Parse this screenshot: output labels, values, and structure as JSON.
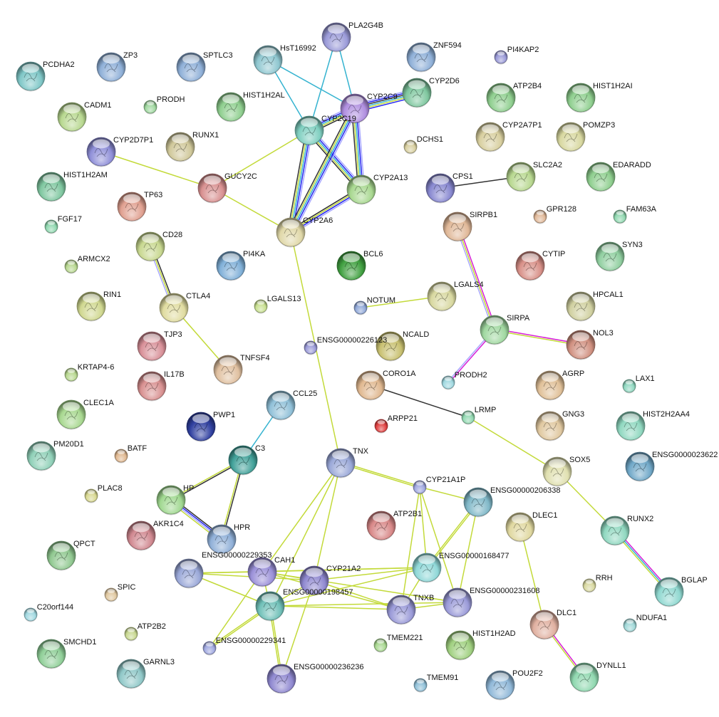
{
  "title": "Protein interaction network",
  "evidence_colors": {
    "database": "#35b3d0",
    "textmining": "#c3da3a",
    "coexpression": "#333333",
    "homology": "#a9a9ff",
    "cooccurrence": "#2424f0",
    "experiments": "#d61fd6"
  },
  "nodes": [
    {
      "label": "PCDHA2",
      "color": "#7fc7c7"
    },
    {
      "label": "ZP3",
      "color": "#8fb0d8"
    },
    {
      "label": "SPTLC3",
      "color": "#8fb0d8"
    },
    {
      "label": "HsT16992",
      "color": "#8fc7d0"
    },
    {
      "label": "PLA2G4B",
      "color": "#9a9ad8"
    },
    {
      "label": "ZNF594",
      "color": "#8fb0d8"
    },
    {
      "label": "PI4KAP2",
      "color": "#9a9ad8"
    },
    {
      "label": "CYP2D6",
      "color": "#7fc79f"
    },
    {
      "label": "CYP2C9",
      "color": "#b08fe0"
    },
    {
      "label": "ATP2B4",
      "color": "#8fcf8f"
    },
    {
      "label": "HIST1H2AI",
      "color": "#8fcf8f"
    },
    {
      "label": "HIST1H2AL",
      "color": "#8fcf8f"
    },
    {
      "label": "PRODH",
      "color": "#9fd89f"
    },
    {
      "label": "CADM1",
      "color": "#b8d890"
    },
    {
      "label": "CYP2C19",
      "color": "#7fcfc0"
    },
    {
      "label": "DCHS1",
      "color": "#d8cf9f"
    },
    {
      "label": "CYP2A7P1",
      "color": "#d8cf9f"
    },
    {
      "label": "POMZP3",
      "color": "#d8d8a0"
    },
    {
      "label": "RUNX1",
      "color": "#d0c89a"
    },
    {
      "label": "CYP2D7P1",
      "color": "#8f8fd8"
    },
    {
      "label": "CYP2A13",
      "color": "#a8d890"
    },
    {
      "label": "CPS1",
      "color": "#8888d0"
    },
    {
      "label": "SLC2A2",
      "color": "#b8d890"
    },
    {
      "label": "EDARADD",
      "color": "#8fcf8f"
    },
    {
      "label": "GUCY2C",
      "color": "#d89090"
    },
    {
      "label": "HIST1H2AM",
      "color": "#7fc7a0"
    },
    {
      "label": "TP63",
      "color": "#e0a090"
    },
    {
      "label": "CYP2A6",
      "color": "#e0d8a8"
    },
    {
      "label": "SIRPB1",
      "color": "#e0b898"
    },
    {
      "label": "GPR128",
      "color": "#e0b898"
    },
    {
      "label": "FAM63A",
      "color": "#90d8b0"
    },
    {
      "label": "FGF17",
      "color": "#90d8b0"
    },
    {
      "label": "CD28",
      "color": "#c8d890"
    },
    {
      "label": "PI4KA",
      "color": "#80b0d8"
    },
    {
      "label": "BCL6",
      "color": "#40a040"
    },
    {
      "label": "CYTIP",
      "color": "#d89088"
    },
    {
      "label": "SYN3",
      "color": "#90cfa0"
    },
    {
      "label": "ARMCX2",
      "color": "#b8d890"
    },
    {
      "label": "RIN1",
      "color": "#d0d890"
    },
    {
      "label": "CTLA4",
      "color": "#e0dca0"
    },
    {
      "label": "LGALS13",
      "color": "#c8e090"
    },
    {
      "label": "NOTUM",
      "color": "#90a8d8"
    },
    {
      "label": "LGALS4",
      "color": "#d8d8a0"
    },
    {
      "label": "HPCAL1",
      "color": "#d0d0a0"
    },
    {
      "label": "SIRPA",
      "color": "#a0d8a0"
    },
    {
      "label": "NOL3",
      "color": "#d09080"
    },
    {
      "label": "TJP3",
      "color": "#d89098"
    },
    {
      "label": "ENSG00000226123",
      "color": "#9a9ad8"
    },
    {
      "label": "NCALD",
      "color": "#c8c070"
    },
    {
      "label": "TNFSF4",
      "color": "#e0c0a0"
    },
    {
      "label": "KRTAP4-6",
      "color": "#b8d890"
    },
    {
      "label": "IL17B",
      "color": "#d89090"
    },
    {
      "label": "CORO1A",
      "color": "#e0b890"
    },
    {
      "label": "AGRP",
      "color": "#e0c098"
    },
    {
      "label": "PRODH2",
      "color": "#a0d8e0"
    },
    {
      "label": "LAX1",
      "color": "#90d8c0"
    },
    {
      "label": "CCL25",
      "color": "#90c0d8"
    },
    {
      "label": "CLEC1A",
      "color": "#a8d890"
    },
    {
      "label": "PWP1",
      "color": "#3040a0"
    },
    {
      "label": "ARPP21",
      "color": "#e04040"
    },
    {
      "label": "LRMP",
      "color": "#90d8b0"
    },
    {
      "label": "GNG3",
      "color": "#e0c8a0"
    },
    {
      "label": "HIST2H2AA4",
      "color": "#90d8c0"
    },
    {
      "label": "PM20D1",
      "color": "#90d0b8"
    },
    {
      "label": "C3",
      "color": "#40a098"
    },
    {
      "label": "BATF",
      "color": "#e0b890"
    },
    {
      "label": "TNX",
      "color": "#9aa8d8"
    },
    {
      "label": "ENSG0000023622",
      "color": "#70a8c8"
    },
    {
      "label": "SOX5",
      "color": "#e0e0b0"
    },
    {
      "label": "PLAC8",
      "color": "#d8d890"
    },
    {
      "label": "HP",
      "color": "#a0d890"
    },
    {
      "label": "CYP21A1P",
      "color": "#a0a8e0"
    },
    {
      "label": "ENSG00000206338",
      "color": "#80b8c8"
    },
    {
      "label": "ATP2B1",
      "color": "#d88888"
    },
    {
      "label": "AKR1C4",
      "color": "#d08890"
    },
    {
      "label": "HPR",
      "color": "#90b0d8"
    },
    {
      "label": "DLEC1",
      "color": "#e0d8a0"
    },
    {
      "label": "RUNX2",
      "color": "#90d8c0"
    },
    {
      "label": "QPCT",
      "color": "#90c890"
    },
    {
      "label": "ENSG00000229353",
      "color": "#9aa8d8"
    },
    {
      "label": "CAH1",
      "color": "#9a90d8"
    },
    {
      "label": "CYP21A2",
      "color": "#8f88d0"
    },
    {
      "label": "ENSG00000168477",
      "color": "#90d8d8"
    },
    {
      "label": "RRH",
      "color": "#d8d8a0"
    },
    {
      "label": "BGLAP",
      "color": "#90d8d0"
    },
    {
      "label": "SPIC",
      "color": "#e0c8a0"
    },
    {
      "label": "ENSG00000231608",
      "color": "#9a9ad8"
    },
    {
      "label": "TNXB",
      "color": "#9a9ad8"
    },
    {
      "label": "ENSG00000198457",
      "color": "#70c0b8"
    },
    {
      "label": "C20orf144",
      "color": "#a0d8e0"
    },
    {
      "label": "DLC1",
      "color": "#e0b0a0"
    },
    {
      "label": "NDUFA1",
      "color": "#a0d8d8"
    },
    {
      "label": "ATP2B2",
      "color": "#c8d890"
    },
    {
      "label": "SMCHD1",
      "color": "#90cf98"
    },
    {
      "label": "ENSG00000229341",
      "color": "#a0a8e0"
    },
    {
      "label": "TMEM221",
      "color": "#a8d890"
    },
    {
      "label": "HIST1H2AD",
      "color": "#a0d080"
    },
    {
      "label": "GARNL3",
      "color": "#90c8c8"
    },
    {
      "label": "ENSG00000236236",
      "color": "#8f88d0"
    },
    {
      "label": "TMEM91",
      "color": "#90c0d8"
    },
    {
      "label": "POU2F2",
      "color": "#90b8d8"
    },
    {
      "label": "DYNLL1",
      "color": "#90d8b0"
    }
  ],
  "edges": [
    {
      "a": "HsT16992",
      "b": "CYP2C9",
      "ev": [
        "database"
      ]
    },
    {
      "a": "HsT16992",
      "b": "CYP2C19",
      "ev": [
        "database"
      ]
    },
    {
      "a": "PLA2G4B",
      "b": "CYP2C19",
      "ev": [
        "database"
      ]
    },
    {
      "a": "PLA2G4B",
      "b": "CYP2C9",
      "ev": [
        "database"
      ]
    },
    {
      "a": "CYP2C9",
      "b": "CYP2D6",
      "ev": [
        "homology",
        "cooccurrence",
        "coexpression",
        "database",
        "textmining",
        "cooccurrence"
      ]
    },
    {
      "a": "CYP2C19",
      "b": "CYP2C9",
      "ev": [
        "homology",
        "cooccurrence",
        "database",
        "textmining",
        "coexpression"
      ]
    },
    {
      "a": "CYP2C19",
      "b": "CYP2A13",
      "ev": [
        "homology",
        "cooccurrence",
        "database",
        "textmining",
        "coexpression"
      ]
    },
    {
      "a": "CYP2C19",
      "b": "CYP2A6",
      "ev": [
        "homology",
        "cooccurrence",
        "database",
        "textmining",
        "coexpression"
      ]
    },
    {
      "a": "CYP2C9",
      "b": "CYP2A13",
      "ev": [
        "homology",
        "cooccurrence",
        "database",
        "textmining",
        "coexpression"
      ]
    },
    {
      "a": "CYP2C9",
      "b": "CYP2A6",
      "ev": [
        "homology",
        "cooccurrence",
        "database",
        "textmining",
        "coexpression"
      ]
    },
    {
      "a": "CYP2A13",
      "b": "CYP2A6",
      "ev": [
        "homology",
        "cooccurrence",
        "textmining",
        "coexpression"
      ]
    },
    {
      "a": "CYP2C19",
      "b": "GUCY2C",
      "ev": [
        "textmining"
      ]
    },
    {
      "a": "CYP2D7P1",
      "b": "GUCY2C",
      "ev": [
        "textmining"
      ]
    },
    {
      "a": "GUCY2C",
      "b": "CYP2A6",
      "ev": [
        "textmining"
      ]
    },
    {
      "a": "CYP2A6",
      "b": "TNX",
      "ev": [
        "textmining"
      ]
    },
    {
      "a": "CPS1",
      "b": "SLC2A2",
      "ev": [
        "coexpression"
      ]
    },
    {
      "a": "SIRPB1",
      "b": "SIRPA",
      "ev": [
        "experiments",
        "textmining",
        "homology"
      ]
    },
    {
      "a": "SIRPA",
      "b": "NOL3",
      "ev": [
        "experiments",
        "textmining"
      ]
    },
    {
      "a": "SIRPA",
      "b": "PRODH2",
      "ev": [
        "experiments",
        "homology"
      ]
    },
    {
      "a": "NOTUM",
      "b": "LGALS4",
      "ev": [
        "textmining"
      ]
    },
    {
      "a": "CD28",
      "b": "CTLA4",
      "ev": [
        "coexpression",
        "textmining",
        "homology"
      ]
    },
    {
      "a": "CTLA4",
      "b": "TNFSF4",
      "ev": [
        "textmining"
      ]
    },
    {
      "a": "CORO1A",
      "b": "LRMP",
      "ev": [
        "coexpression"
      ]
    },
    {
      "a": "LRMP",
      "b": "SOX5",
      "ev": [
        "textmining"
      ]
    },
    {
      "a": "SOX5",
      "b": "RUNX2",
      "ev": [
        "textmining"
      ]
    },
    {
      "a": "RUNX2",
      "b": "BGLAP",
      "ev": [
        "experiments",
        "database",
        "textmining"
      ]
    },
    {
      "a": "DLEC1",
      "b": "DLC1",
      "ev": [
        "textmining"
      ]
    },
    {
      "a": "DLC1",
      "b": "DYNLL1",
      "ev": [
        "experiments",
        "textmining"
      ]
    },
    {
      "a": "CCL25",
      "b": "C3",
      "ev": [
        "database"
      ]
    },
    {
      "a": "C3",
      "b": "HP",
      "ev": [
        "coexpression",
        "textmining"
      ]
    },
    {
      "a": "C3",
      "b": "HPR",
      "ev": [
        "coexpression",
        "textmining"
      ]
    },
    {
      "a": "HP",
      "b": "HPR",
      "ev": [
        "coexpression",
        "cooccurrence",
        "homology",
        "textmining"
      ]
    },
    {
      "a": "TNX",
      "b": "CYP21A1P",
      "ev": [
        "textmining",
        "textmining"
      ]
    },
    {
      "a": "TNX",
      "b": "CAH1",
      "ev": [
        "textmining"
      ]
    },
    {
      "a": "TNX",
      "b": "ENSG00000198457",
      "ev": [
        "textmining"
      ]
    },
    {
      "a": "TNX",
      "b": "CYP21A2",
      "ev": [
        "textmining"
      ]
    },
    {
      "a": "CYP21A1P",
      "b": "ENSG00000206338",
      "ev": [
        "textmining"
      ]
    },
    {
      "a": "CYP21A1P",
      "b": "ENSG00000168477",
      "ev": [
        "textmining"
      ]
    },
    {
      "a": "CYP21A1P",
      "b": "TNXB",
      "ev": [
        "textmining"
      ]
    },
    {
      "a": "CYP21A1P",
      "b": "ENSG00000231608",
      "ev": [
        "textmining"
      ]
    },
    {
      "a": "ENSG00000206338",
      "b": "ENSG00000168477",
      "ev": [
        "textmining",
        "textmining"
      ]
    },
    {
      "a": "ENSG00000206338",
      "b": "ENSG00000231608",
      "ev": [
        "textmining"
      ]
    },
    {
      "a": "ENSG00000229353",
      "b": "CAH1",
      "ev": [
        "textmining"
      ]
    },
    {
      "a": "ENSG00000229353",
      "b": "CYP21A2",
      "ev": [
        "textmining"
      ]
    },
    {
      "a": "ENSG00000229353",
      "b": "ENSG00000198457",
      "ev": [
        "textmining"
      ]
    },
    {
      "a": "ENSG00000229353",
      "b": "ENSG00000168477",
      "ev": [
        "textmining"
      ]
    },
    {
      "a": "CAH1",
      "b": "CYP21A2",
      "ev": [
        "textmining"
      ]
    },
    {
      "a": "CAH1",
      "b": "ENSG00000168477",
      "ev": [
        "textmining"
      ]
    },
    {
      "a": "CAH1",
      "b": "TNXB",
      "ev": [
        "textmining"
      ]
    },
    {
      "a": "CAH1",
      "b": "ENSG00000231608",
      "ev": [
        "textmining"
      ]
    },
    {
      "a": "CAH1",
      "b": "ENSG00000198457",
      "ev": [
        "textmining"
      ]
    },
    {
      "a": "CAH1",
      "b": "ENSG00000229341",
      "ev": [
        "textmining"
      ]
    },
    {
      "a": "CYP21A2",
      "b": "ENSG00000168477",
      "ev": [
        "textmining"
      ]
    },
    {
      "a": "CYP21A2",
      "b": "TNXB",
      "ev": [
        "textmining"
      ]
    },
    {
      "a": "CYP21A2",
      "b": "ENSG00000236236",
      "ev": [
        "textmining"
      ]
    },
    {
      "a": "ENSG00000198457",
      "b": "TNXB",
      "ev": [
        "textmining"
      ]
    },
    {
      "a": "ENSG00000198457",
      "b": "ENSG00000231608",
      "ev": [
        "textmining"
      ]
    },
    {
      "a": "ENSG00000198457",
      "b": "ENSG00000236236",
      "ev": [
        "textmining",
        "textmining"
      ]
    },
    {
      "a": "ENSG00000198457",
      "b": "ENSG00000229341",
      "ev": [
        "textmining",
        "textmining"
      ]
    },
    {
      "a": "ENSG00000198457",
      "b": "CYP21A2",
      "ev": [
        "textmining"
      ]
    },
    {
      "a": "ENSG00000198457",
      "b": "ENSG00000168477",
      "ev": [
        "textmining"
      ]
    },
    {
      "a": "TNXB",
      "b": "ENSG00000231608",
      "ev": [
        "textmining"
      ]
    },
    {
      "a": "TNXB",
      "b": "ENSG00000168477",
      "ev": [
        "textmining"
      ]
    }
  ]
}
